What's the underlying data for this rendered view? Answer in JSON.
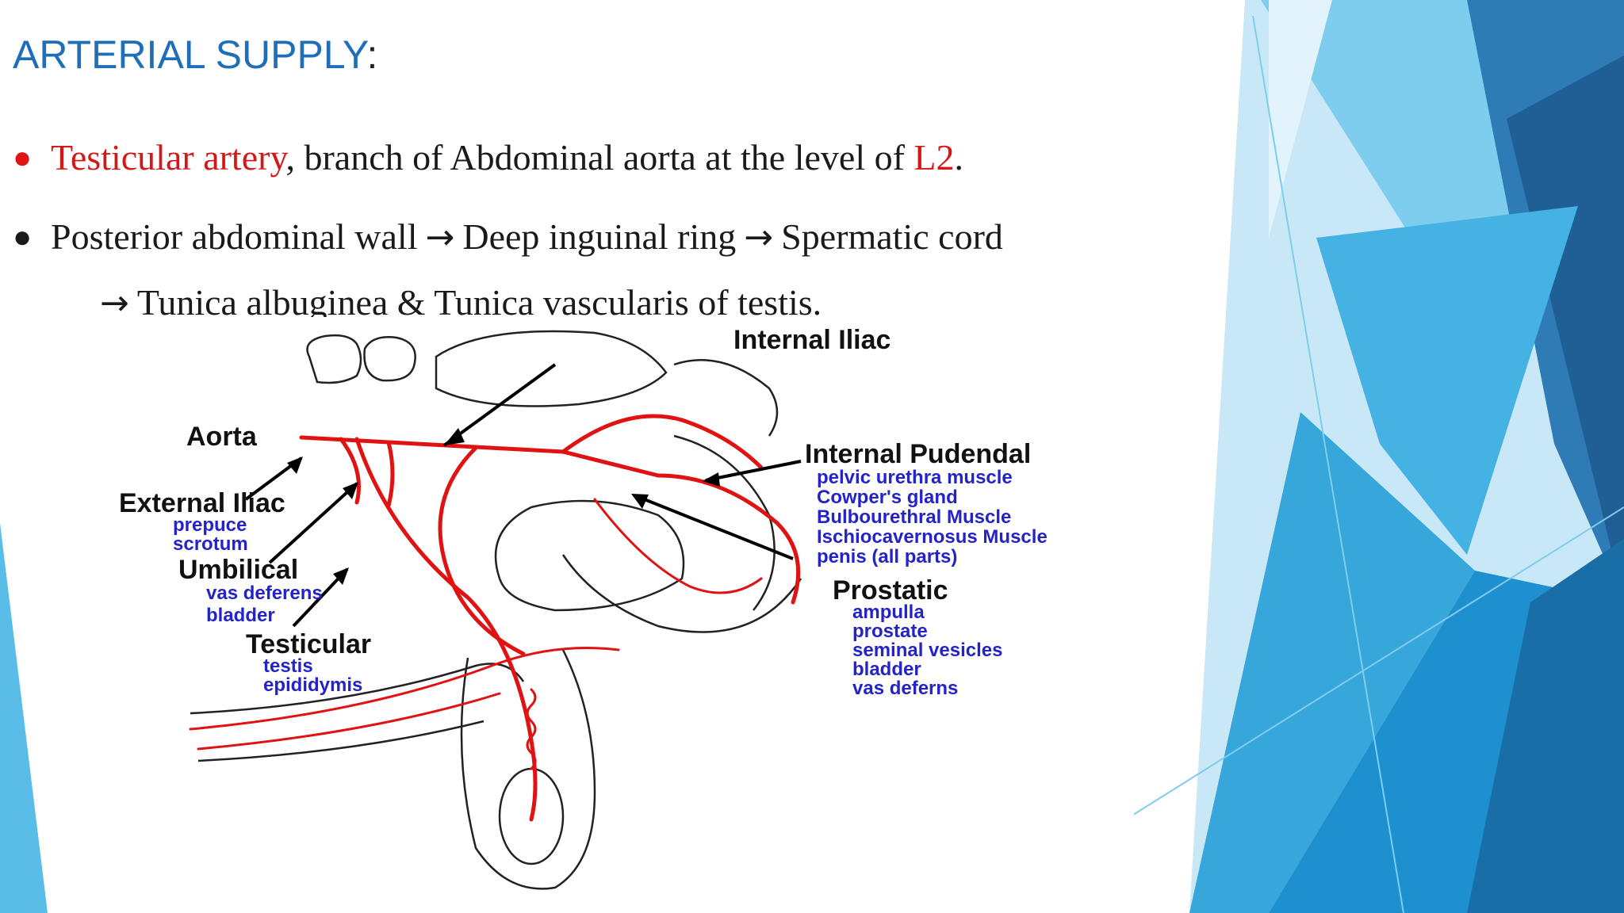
{
  "slide": {
    "title": "ARTERIAL SUPPLY",
    "title_colon": ":",
    "accent_color": "#1f6fb8",
    "highlight_color": "#d41818"
  },
  "bullets": [
    {
      "red_term": "Testicular artery",
      "text_after": ", branch of Abdominal aorta at the level of ",
      "red_level": "L2",
      "end": "."
    },
    {
      "seg1": "Posterior abdominal wall",
      "seg2": "Deep inguinal ring",
      "seg3": "Spermatic cord",
      "seg4": "Tunica albuginea & Tunica vascularis of testis.",
      "arrow_glyph": "→"
    }
  ],
  "diagram": {
    "labels": {
      "internal_iliac": "Internal Iliac",
      "aorta": "Aorta",
      "internal_pudendal": "Internal Pudendal",
      "external_iliac": "External Iliac",
      "umbilical": "Umbilical",
      "testicular": "Testicular",
      "prostatic": "Prostatic"
    },
    "sublists": {
      "internal_pudendal": [
        "pelvic urethra muscle",
        "Cowper's gland",
        "Bulbourethral Muscle",
        "Ischiocavernosus Muscle",
        "penis (all parts)"
      ],
      "external_iliac": [
        "prepuce",
        "scrotum"
      ],
      "umbilical": [
        "vas deferens",
        "bladder"
      ],
      "testicular": [
        "testis",
        "epididymis"
      ],
      "prostatic": [
        "ampulla",
        "prostate",
        "seminal vesicles",
        "bladder",
        "vas deferns"
      ]
    }
  }
}
